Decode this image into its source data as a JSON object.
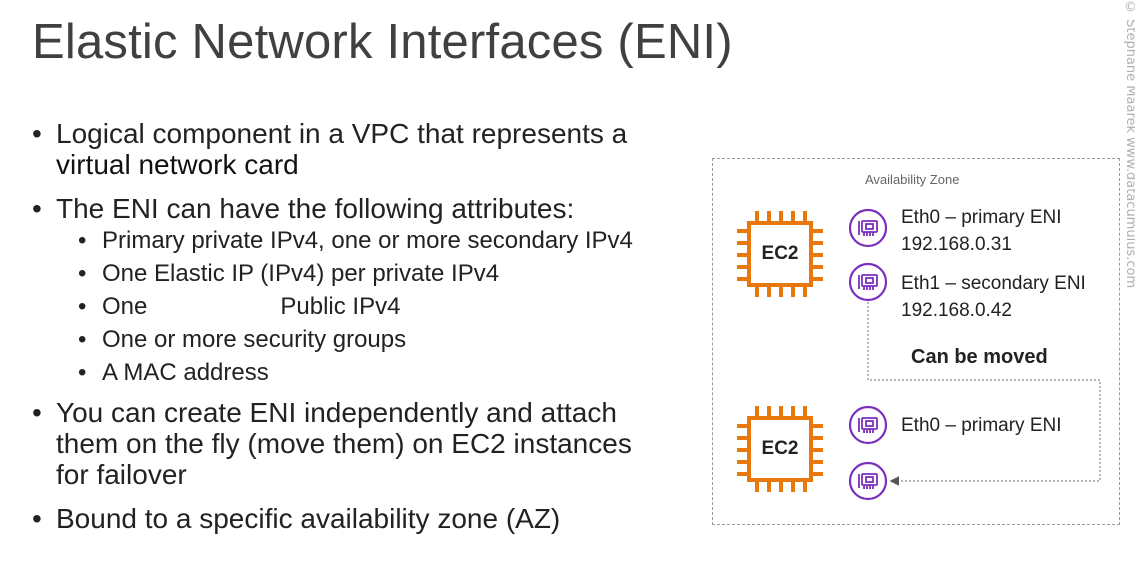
{
  "slide": {
    "title": "Elastic Network Interfaces (ENI)",
    "bullets": {
      "b1_line1": "Logical component in a VPC that represents a",
      "b1_line2": "virtual network card",
      "b2": "The ENI can have the following attributes:",
      "sub": {
        "s1": "Primary private IPv4, one or more secondary IPv4",
        "s2": "One Elastic IP (IPv4) per private IPv4",
        "s3_a": "One",
        "s3_b": "Public IPv4",
        "s4": "One or more security groups",
        "s5": "A MAC address"
      },
      "b3_line1": "You can create ENI independently and attach",
      "b3_line2": "them on the fly (move them) on EC2 instances",
      "b3_line3": "for failover",
      "b4": "Bound to a specific availability zone (AZ)"
    }
  },
  "diagram": {
    "az_label": "Availability Zone",
    "ec2_top_label": "EC2",
    "ec2_bottom_label": "EC2",
    "eni_top_primary_name": "Eth0 – primary ENI",
    "eni_top_primary_ip": "192.168.0.31",
    "eni_top_secondary_name": "Eth1 – secondary ENI",
    "eni_top_secondary_ip": "192.168.0.42",
    "moved_label": "Can be moved",
    "eni_bottom_primary_name": "Eth0 – primary ENI",
    "colors": {
      "ec2_orange": "#E8780C",
      "eni_purple": "#7B2FBE",
      "dashed_gray": "#9a9a9a"
    },
    "icons": [
      "ec2-chip-icon",
      "network-interface-icon"
    ]
  },
  "watermark": {
    "text": "© Stephane Maarek   www.datacumulus.com"
  }
}
